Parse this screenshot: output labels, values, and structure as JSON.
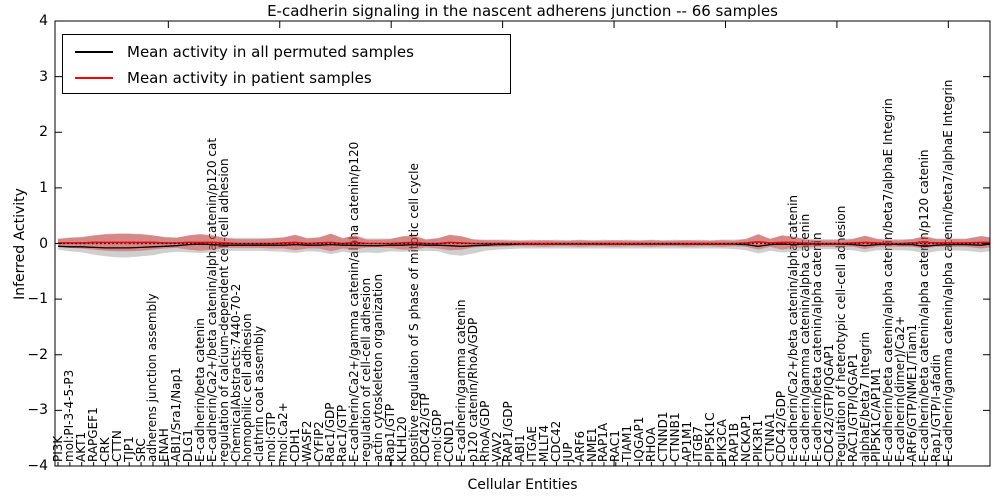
{
  "title": "E-cadherin signaling in the nascent adherens junction -- 66 samples",
  "axes": {
    "ylabel": "Inferred Activity",
    "xlabel": "Cellular Entities",
    "yticks": [
      "4",
      "3",
      "2",
      "1",
      "0",
      "−1",
      "−2",
      "−3",
      "−4"
    ]
  },
  "legend": {
    "items": [
      {
        "label": "Mean activity in all permuted samples",
        "color": "#000000"
      },
      {
        "label": "Mean activity in patient samples",
        "color": "#ff0000"
      }
    ]
  },
  "colors": {
    "permuted_line": "#000000",
    "patient_line": "#ff0000",
    "permuted_band": "rgba(130,130,130,0.38)",
    "patient_band": "rgba(219,48,48,0.45)",
    "spine": "#000000"
  },
  "chart_data": {
    "type": "area",
    "title": "E-cadherin signaling in the nascent adherens junction -- 66 samples",
    "xlabel": "Cellular Entities",
    "ylabel": "Inferred Activity",
    "ylim": [
      -4,
      4
    ],
    "xlim": [
      -0.3,
      78.5
    ],
    "grid": false,
    "legend_position": "upper left",
    "zero_line": true,
    "categories": [
      "PI3K",
      "mol:PI-3-4-5-P3",
      "AKT1",
      "RAPGEF1",
      "CRK",
      "CTTN",
      "TJP1",
      "SRC",
      "adherens junction assembly",
      "ENAH",
      "ABI1/Sra1/Nap1",
      "DLG1",
      "E-cadherin/beta catenin",
      "E-cadherin/Ca2+/beta catenin/alpha catenin/p120 cat",
      "regulation of calcium-dependent cell-cell adhesion",
      "ChemicalAbstracts:7440-70-2",
      "homophilic cell adhesion",
      "clathrin coat assembly",
      "mol:GTP",
      "mol:Ca2+",
      "CDH1",
      "WASF2",
      "CYFIP2",
      "Rac1/GDP",
      "Rac1/GTP",
      "E-cadherin/Ca2+/gamma catenin/alpha catenin/p120",
      "regulation of cell-cell adhesion",
      "actin cytoskeleton organization",
      "Rap1/GTP",
      "KLHL20",
      "positive regulation of S phase of mitotic cell cycle",
      "CDC42/GTP",
      "mol:GDP",
      "CCND1",
      "E-cadherin/gamma catenin",
      "p120 catenin/RhoA/GDP",
      "RhoA/GDP",
      "VAV2",
      "RAP1/GDP",
      "ABI1",
      "ITGAE",
      "MLLT4",
      "CDC42",
      "JUP",
      "ARF6",
      "NME1",
      "RAP1A",
      "RAC1",
      "TIAM1",
      "IQGAP1",
      "RHOA",
      "CTNND1",
      "CTNNB1",
      "AP1M1",
      "ITGB7",
      "PIP5K1C",
      "PIK3CA",
      "RAP1B",
      "NCKAP1",
      "PIK3R1",
      "CTNNA1",
      "CDC42/GDP",
      "E-cadherin/Ca2+/beta catenin/alpha catenin",
      "E-cadherin/gamma catenin/alpha catenin",
      "E-cadherin/beta catenin/alpha catenin",
      "CDC42/GTP/IQGAP1",
      "regulation of heterotypic cell-cell adhesion",
      "RAC1/GTP/IQGAP1",
      "alphaE/beta7 Integrin",
      "PIP5K1C/AP1M1",
      "E-cadherin/beta catenin/alpha catenin/beta7/alphaE Integrin",
      "E-cadherin(dimer)/Ca2+",
      "ARF6/GTP/NME1/Tiam1",
      "E-cadherin/beta catenin/alpha catenin/p120 catenin",
      "Rap1/GTP/I-afadin",
      "E-cadherin/gamma catenin/alpha catenin/beta7/alphaE Integrin"
    ],
    "x": [
      0,
      1,
      2,
      3,
      4,
      5,
      6,
      7,
      8,
      9,
      10,
      11,
      12,
      13,
      14,
      15,
      16,
      17,
      18,
      19,
      20,
      21,
      22,
      23,
      24,
      25,
      26,
      27,
      28,
      29,
      30,
      31,
      32,
      33,
      34,
      35,
      36,
      37,
      38,
      39,
      40,
      41,
      42,
      43,
      44,
      45,
      46,
      47,
      48,
      49,
      50,
      51,
      52,
      53,
      54,
      55,
      56,
      57,
      58,
      59,
      60,
      61,
      62,
      63,
      64,
      65,
      66,
      67,
      68,
      69,
      70,
      71,
      72,
      73,
      74,
      75,
      76.5,
      77.8,
      78.5
    ],
    "series": [
      {
        "name": "Mean activity in all permuted samples",
        "style": "line_with_band",
        "mean": [
          -0.05,
          -0.06,
          -0.06,
          -0.07,
          -0.08,
          -0.08,
          -0.08,
          -0.07,
          -0.06,
          -0.05,
          -0.04,
          -0.02,
          -0.01,
          -0.02,
          -0.03,
          -0.03,
          -0.03,
          -0.03,
          -0.03,
          -0.03,
          -0.02,
          -0.03,
          -0.03,
          -0.02,
          -0.03,
          -0.03,
          -0.04,
          -0.04,
          -0.03,
          -0.03,
          -0.02,
          -0.03,
          -0.03,
          -0.04,
          -0.05,
          -0.04,
          -0.03,
          -0.02,
          -0.02,
          -0.01,
          -0.01,
          -0.01,
          -0.01,
          -0.01,
          -0.01,
          -0.01,
          -0.01,
          -0.01,
          -0.01,
          -0.01,
          -0.01,
          -0.01,
          -0.01,
          -0.01,
          -0.01,
          -0.01,
          -0.01,
          -0.01,
          -0.02,
          -0.05,
          -0.02,
          -0.01,
          -0.02,
          -0.01,
          -0.01,
          -0.01,
          -0.01,
          -0.02,
          -0.04,
          -0.02,
          -0.01,
          -0.02,
          -0.02,
          -0.05,
          -0.03,
          -0.02,
          -0.02,
          -0.03,
          -0.01
        ],
        "band_upper": [
          0.09,
          0.11,
          0.12,
          0.14,
          0.16,
          0.17,
          0.17,
          0.16,
          0.14,
          0.12,
          0.11,
          0.14,
          0.16,
          0.14,
          0.11,
          0.1,
          0.1,
          0.1,
          0.1,
          0.11,
          0.15,
          0.1,
          0.11,
          0.17,
          0.1,
          0.14,
          0.09,
          0.09,
          0.09,
          0.12,
          0.13,
          0.08,
          0.1,
          0.15,
          0.13,
          0.08,
          0.07,
          0.07,
          0.07,
          0.06,
          0.07,
          0.06,
          0.07,
          0.06,
          0.07,
          0.06,
          0.07,
          0.06,
          0.07,
          0.06,
          0.07,
          0.06,
          0.07,
          0.06,
          0.07,
          0.06,
          0.07,
          0.07,
          0.09,
          0.16,
          0.09,
          0.14,
          0.12,
          0.08,
          0.08,
          0.08,
          0.08,
          0.09,
          0.14,
          0.09,
          0.08,
          0.08,
          0.08,
          0.13,
          0.09,
          0.09,
          0.09,
          0.14,
          0.11
        ],
        "band_lower": [
          -0.11,
          -0.14,
          -0.16,
          -0.2,
          -0.23,
          -0.25,
          -0.25,
          -0.23,
          -0.21,
          -0.17,
          -0.15,
          -0.16,
          -0.17,
          -0.16,
          -0.14,
          -0.13,
          -0.13,
          -0.13,
          -0.14,
          -0.15,
          -0.17,
          -0.14,
          -0.15,
          -0.19,
          -0.15,
          -0.18,
          -0.16,
          -0.17,
          -0.14,
          -0.15,
          -0.14,
          -0.13,
          -0.14,
          -0.2,
          -0.22,
          -0.18,
          -0.13,
          -0.11,
          -0.1,
          -0.09,
          -0.09,
          -0.09,
          -0.09,
          -0.09,
          -0.09,
          -0.09,
          -0.09,
          -0.09,
          -0.09,
          -0.09,
          -0.09,
          -0.09,
          -0.09,
          -0.09,
          -0.09,
          -0.09,
          -0.09,
          -0.1,
          -0.12,
          -0.18,
          -0.13,
          -0.16,
          -0.15,
          -0.11,
          -0.1,
          -0.1,
          -0.11,
          -0.12,
          -0.16,
          -0.12,
          -0.12,
          -0.12,
          -0.13,
          -0.18,
          -0.14,
          -0.12,
          -0.13,
          -0.16,
          -0.14
        ]
      },
      {
        "name": "Mean activity in patient samples",
        "style": "line_with_band",
        "mean": [
          0.01,
          0.01,
          0.01,
          0.02,
          0.02,
          0.02,
          0.02,
          0.02,
          0.02,
          0.01,
          0.01,
          0.02,
          0.02,
          0.02,
          0.01,
          0,
          0,
          0,
          0,
          0.01,
          0.02,
          0,
          0.01,
          0.02,
          0,
          0.02,
          0,
          0,
          0,
          0.01,
          0.02,
          0,
          0,
          0.02,
          0.01,
          0,
          0,
          0,
          0,
          0,
          0,
          0,
          0,
          0,
          0,
          0,
          0,
          0,
          0,
          0,
          0,
          0,
          0,
          0,
          0,
          0,
          0,
          0,
          0.01,
          0.03,
          0.01,
          0.02,
          0.02,
          0,
          0,
          0,
          0,
          0.01,
          0.02,
          0.01,
          0,
          0,
          0.01,
          0.02,
          0.01,
          0.01,
          0.01,
          0.02,
          0.02
        ],
        "std": [
          0.07,
          0.09,
          0.1,
          0.13,
          0.15,
          0.16,
          0.16,
          0.15,
          0.13,
          0.1,
          0.09,
          0.13,
          0.15,
          0.13,
          0.09,
          0.08,
          0.08,
          0.08,
          0.09,
          0.1,
          0.14,
          0.09,
          0.1,
          0.16,
          0.09,
          0.13,
          0.07,
          0.07,
          0.08,
          0.12,
          0.13,
          0.07,
          0.09,
          0.14,
          0.12,
          0.07,
          0.06,
          0.06,
          0.05,
          0.05,
          0.05,
          0.06,
          0.05,
          0.05,
          0.06,
          0.05,
          0.05,
          0.06,
          0.05,
          0.05,
          0.06,
          0.05,
          0.05,
          0.06,
          0.05,
          0.05,
          0.06,
          0.05,
          0.07,
          0.14,
          0.07,
          0.13,
          0.1,
          0.07,
          0.06,
          0.06,
          0.06,
          0.07,
          0.12,
          0.07,
          0.06,
          0.06,
          0.07,
          0.11,
          0.07,
          0.07,
          0.07,
          0.11,
          0.09
        ]
      }
    ]
  }
}
